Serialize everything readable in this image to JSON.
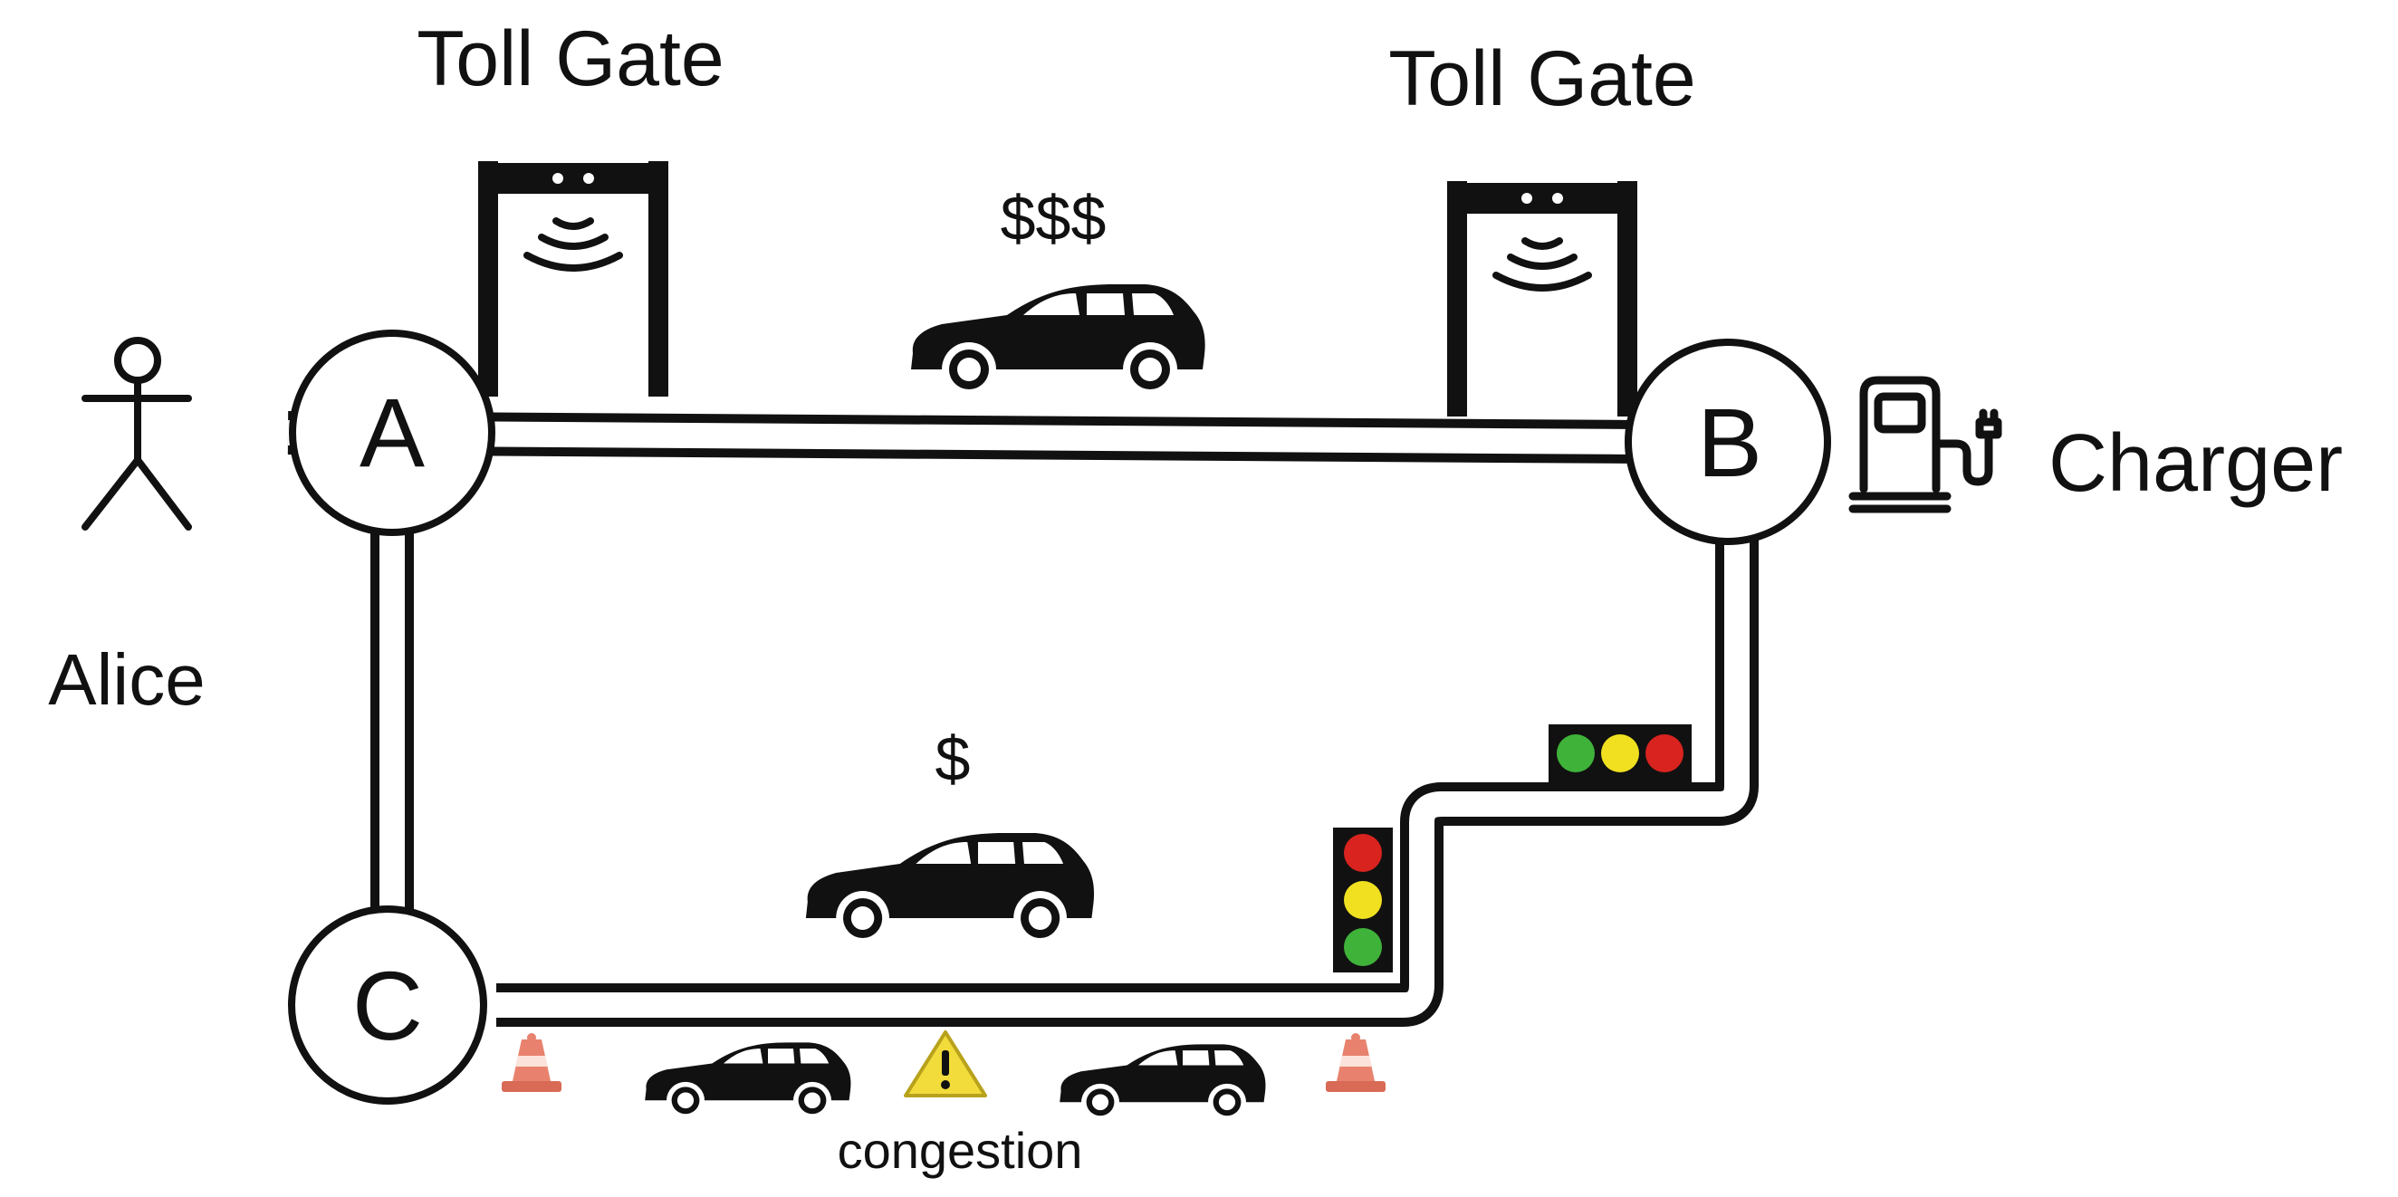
{
  "labels": {
    "toll_gate_left": "Toll Gate",
    "toll_gate_right": "Toll Gate",
    "price_top": "$$$",
    "price_bottom": "$",
    "alice": "Alice",
    "charger": "Charger",
    "congestion": "congestion"
  },
  "nodes": {
    "a": "A",
    "b": "B",
    "c": "C"
  },
  "colors": {
    "ink": "#111111",
    "light_red": "#d8231f",
    "light_yellow": "#f0e020",
    "light_green": "#3fb23a",
    "cone": "#e8826e",
    "warning": "#f2dc3c"
  },
  "icons": [
    "person-icon",
    "toll-gate-icon",
    "car-icon",
    "charger-icon",
    "traffic-light-icon",
    "traffic-cone-icon",
    "warning-icon"
  ]
}
